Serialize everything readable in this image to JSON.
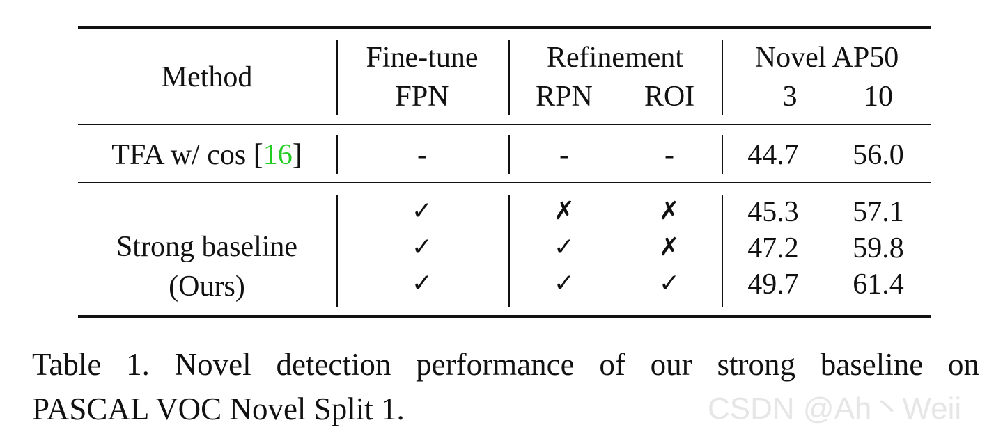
{
  "table": {
    "header": {
      "method": "Method",
      "finetune_top": "Fine-tune",
      "finetune_sub": "FPN",
      "refinement_top": "Refinement",
      "refinement_rpn": "RPN",
      "refinement_roi": "ROI",
      "novel_top": "Novel AP50",
      "novel_3": "3",
      "novel_10": "10"
    },
    "tfa_row": {
      "method_prefix": "TFA w/ cos [",
      "method_cite": "16",
      "method_suffix": "]",
      "fpn": "-",
      "rpn": "-",
      "roi": "-",
      "ap3": "44.7",
      "ap10": "56.0"
    },
    "ours_group": {
      "method_line1": "Strong baseline",
      "method_line2": "(Ours)",
      "rows": [
        {
          "fpn": "✓",
          "rpn": "✗",
          "roi": "✗",
          "ap3": "45.3",
          "ap10": "57.1"
        },
        {
          "fpn": "✓",
          "rpn": "✓",
          "roi": "✗",
          "ap3": "47.2",
          "ap10": "59.8"
        },
        {
          "fpn": "✓",
          "rpn": "✓",
          "roi": "✓",
          "ap3": "49.7",
          "ap10": "61.4"
        }
      ]
    }
  },
  "caption": {
    "line1": "Table 1. Novel detection performance of our strong baseline on",
    "line2": "PASCAL VOC Novel Split 1."
  },
  "watermark": "CSDN @Ah丶Weii"
}
